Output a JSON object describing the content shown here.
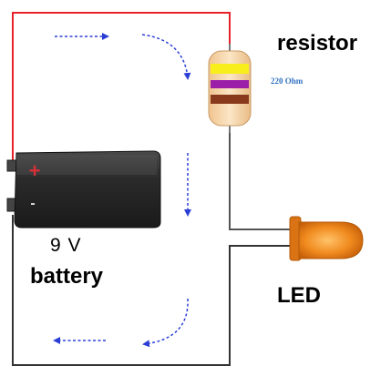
{
  "labels": {
    "resistor": "resistor",
    "resistance": "220 Ohm",
    "voltage": "9 V",
    "battery": "battery",
    "led": "LED",
    "battery_positive": "+",
    "battery_negative": "-"
  },
  "colors": {
    "positive_wire": "#e8202a",
    "negative_wire": "#333333",
    "arrow": "#2a3ed6",
    "resistance_text": "#2f6fc1",
    "led_body": "#f08a1e",
    "resistor_body": "#f4d3a3",
    "band_1": "#f7ee1c",
    "band_2": "#9a1ea8",
    "band_3": "#8a3a1c",
    "battery_body": "#2b2b2b",
    "battery_plus": "#d6303a"
  },
  "resistor_bands": [
    "yellow",
    "violet",
    "brown"
  ],
  "current_arrows": [
    "right",
    "curve-down",
    "down",
    "curve-left",
    "left"
  ]
}
